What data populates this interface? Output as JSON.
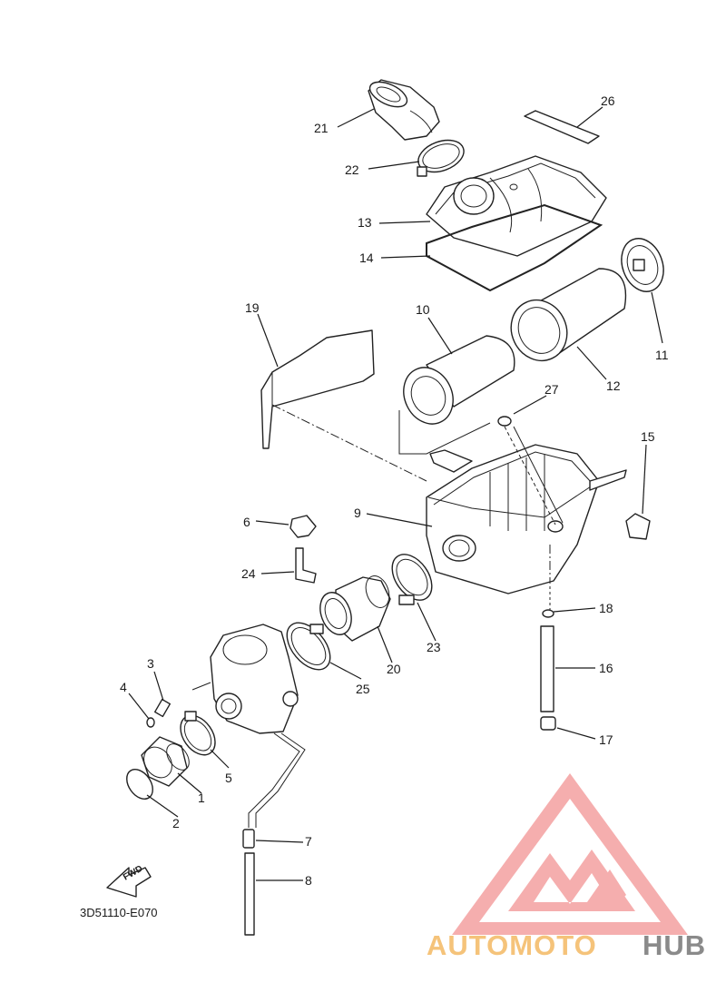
{
  "diagram": {
    "code": "3D51110-E070",
    "fwd_label": "FWD",
    "callouts": [
      "1",
      "2",
      "3",
      "4",
      "5",
      "6",
      "7",
      "8",
      "9",
      "10",
      "11",
      "12",
      "13",
      "14",
      "15",
      "16",
      "17",
      "18",
      "19",
      "20",
      "21",
      "22",
      "23",
      "24",
      "25",
      "26",
      "27"
    ]
  },
  "watermark": {
    "brand_part1": "AUTOMOTO",
    "brand_part2": "HUB",
    "color_primary": "#f4a0a0",
    "color_accent": "#f5c37a",
    "color_dark": "#8a8a8a"
  }
}
